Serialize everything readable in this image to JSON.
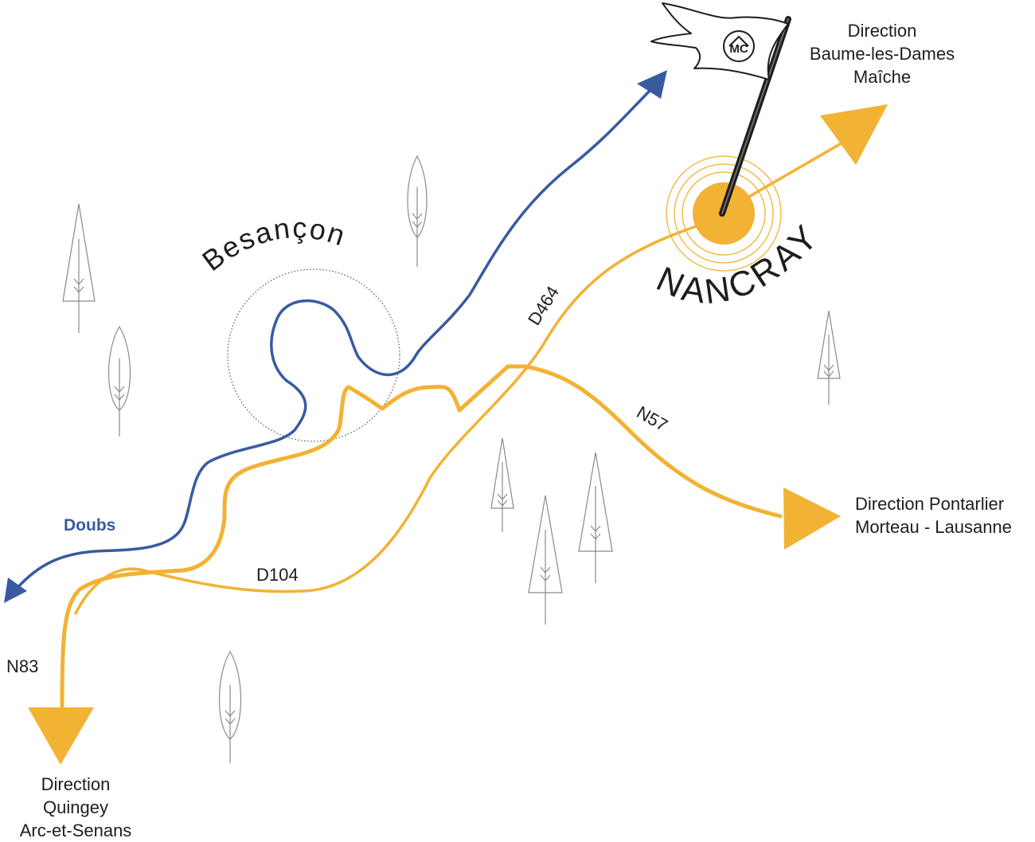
{
  "colors": {
    "road": "#f2b233",
    "river": "#3a5aa0",
    "ink": "#1d1d1b",
    "tree": "#8a8a8a"
  },
  "places": {
    "city": "Besançon",
    "village": "NANCRAY"
  },
  "river": {
    "name": "Doubs"
  },
  "roads": {
    "d464": "D464",
    "n57": "N57",
    "d104": "D104",
    "n83": "N83"
  },
  "directions": {
    "north": [
      "Direction",
      "Baume-les-Dames",
      "Maîche"
    ],
    "east": [
      "Direction Pontarlier",
      "Morteau - Lausanne"
    ],
    "south": [
      "Direction",
      "Quingey",
      "Arc-et-Senans"
    ]
  },
  "logo": {
    "monogram": "MC"
  },
  "icons": {
    "flag": "flag-icon",
    "tree": "tree-icon",
    "arrow": "arrow-icon",
    "location": "location-marker-icon"
  }
}
